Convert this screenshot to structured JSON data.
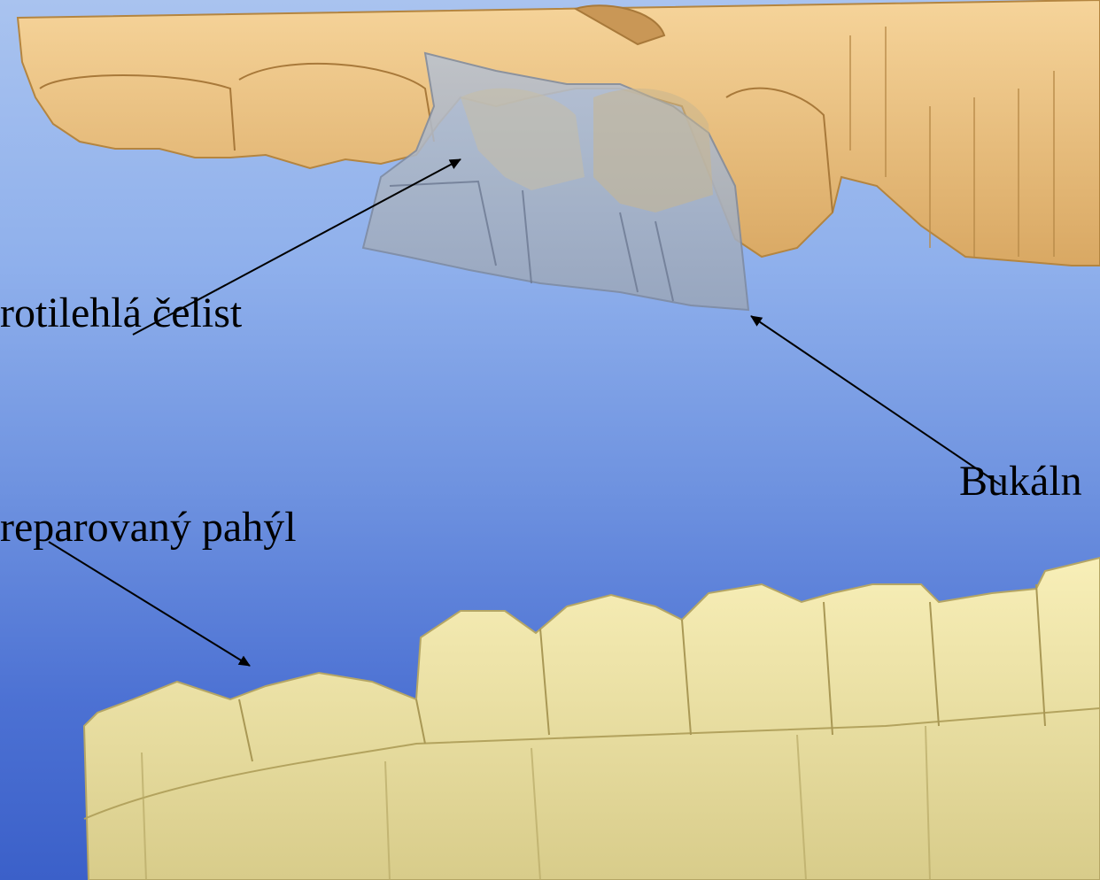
{
  "labels": {
    "opposing_jaw": "rotilehlá čelist",
    "buccal": "Bukáln",
    "prepared_stump": "reparovaný pahýl"
  },
  "colors": {
    "background_top": "#a9c3ef",
    "background_bottom": "#3b60c9",
    "upper_model": "#f0c98a",
    "lower_model": "#f0e6a6",
    "wax_bite": "#a8b3c4",
    "arrow": "#000000"
  }
}
